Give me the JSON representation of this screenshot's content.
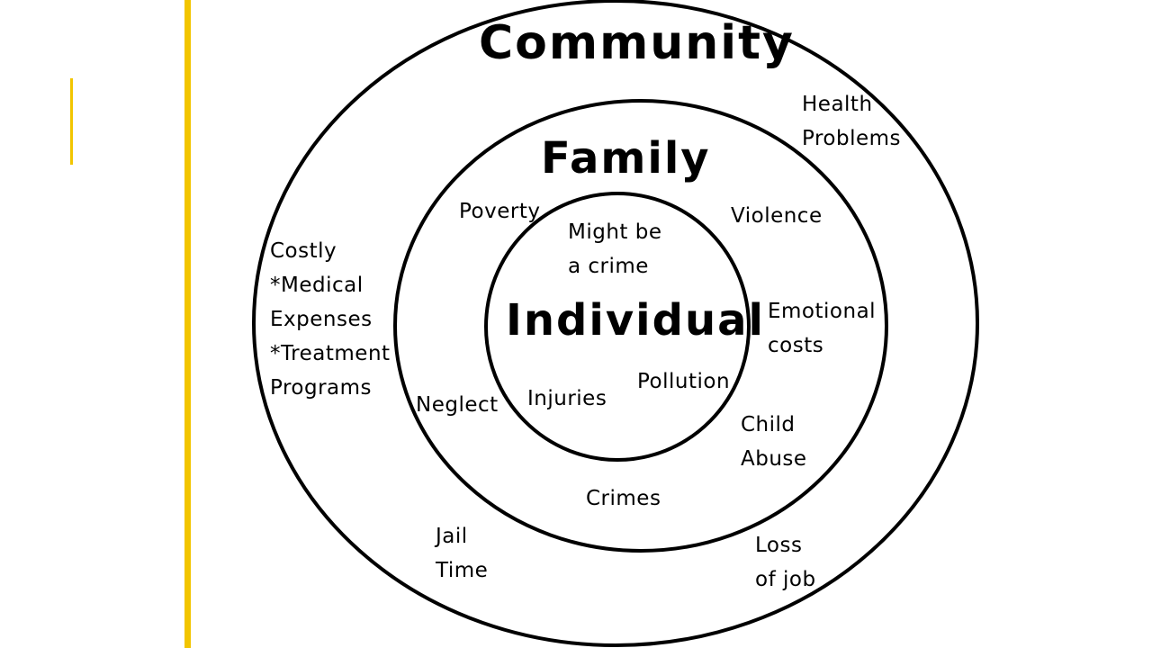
{
  "colors": {
    "accent": "#f2c500",
    "ring_stroke": "#000000",
    "background": "#ffffff"
  },
  "diagram": {
    "rings": [
      {
        "name": "community",
        "label": "Community"
      },
      {
        "name": "family",
        "label": "Family"
      },
      {
        "name": "individual",
        "label": "Individual"
      }
    ],
    "community_items": {
      "health_problems": "Health\nProblems",
      "costly": "Costly\n*Medical\nExpenses\n*Treatment\nPrograms",
      "jail_time": "Jail\nTime",
      "loss_of_job": "Loss\nof job"
    },
    "family_items": {
      "poverty": "Poverty",
      "violence": "Violence",
      "emotional_costs": "Emotional\ncosts",
      "neglect": "Neglect",
      "child_abuse": "Child\nAbuse",
      "crimes": "Crimes"
    },
    "individual_items": {
      "might_be_a_crime": "Might be\na crime",
      "injuries": "Injuries",
      "pollution": "Pollution"
    }
  }
}
